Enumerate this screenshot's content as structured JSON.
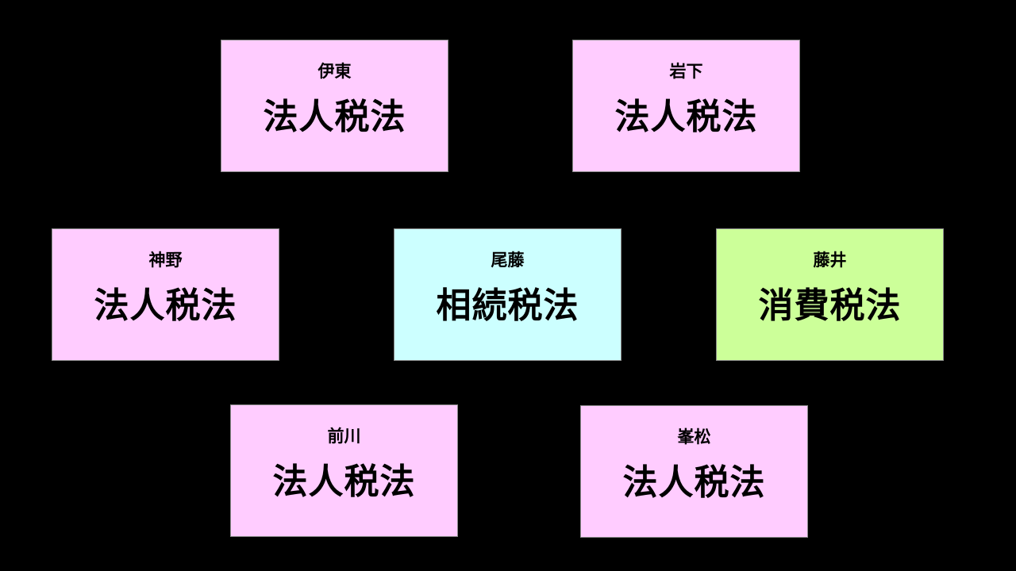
{
  "cards": [
    {
      "name": "伊東",
      "subject": "法人税法",
      "color": "#ffccff"
    },
    {
      "name": "岩下",
      "subject": "法人税法",
      "color": "#ffccff"
    },
    {
      "name": "神野",
      "subject": "法人税法",
      "color": "#ffccff"
    },
    {
      "name": "尾藤",
      "subject": "相続税法",
      "color": "#ccffff"
    },
    {
      "name": "藤井",
      "subject": "消費税法",
      "color": "#ccff99"
    },
    {
      "name": "前川",
      "subject": "法人税法",
      "color": "#ffccff"
    },
    {
      "name": "峯松",
      "subject": "法人税法",
      "color": "#ffccff"
    }
  ]
}
